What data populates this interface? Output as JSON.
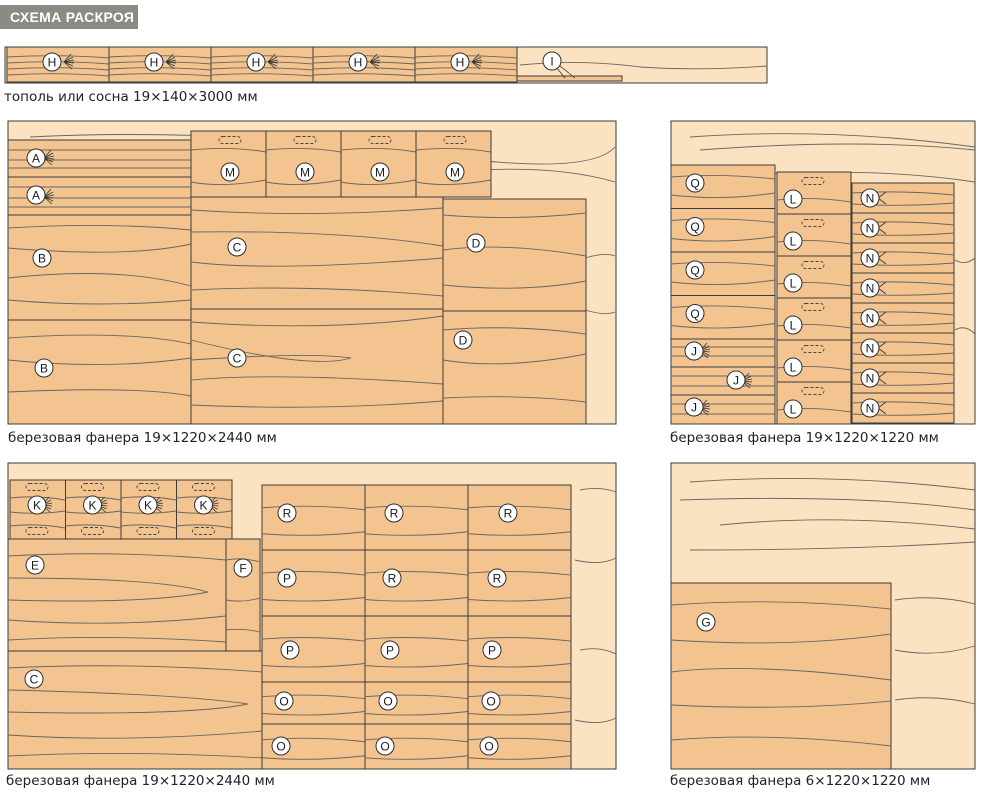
{
  "title": "СХЕМА РАСКРОЯ",
  "captions": {
    "board": "тополь или сосна 19×140×3000 мм",
    "sheet1": "березовая фанера 19×1220×2440 мм",
    "sheet2": "березовая фанера 19×1220×1220 мм",
    "sheet3": "березовая фанера 19×1220×2440 мм",
    "sheet4": "березовая фанера 6×1220×1220 мм"
  },
  "part_labels": {
    "board": [
      "H",
      "H",
      "H",
      "H",
      "H",
      "I"
    ],
    "sheet1": [
      "A",
      "A",
      "B",
      "B",
      "C",
      "C",
      "D",
      "D",
      "M",
      "M",
      "M",
      "M"
    ],
    "sheet2": [
      "Q",
      "Q",
      "Q",
      "Q",
      "J",
      "J",
      "J",
      "L",
      "L",
      "L",
      "L",
      "L",
      "L",
      "N",
      "N",
      "N",
      "N",
      "N",
      "N",
      "N",
      "N"
    ],
    "sheet3": [
      "K",
      "K",
      "K",
      "K",
      "E",
      "F",
      "C",
      "R",
      "R",
      "R",
      "P",
      "R",
      "R",
      "P",
      "P",
      "P",
      "O",
      "O",
      "O",
      "O",
      "O",
      "O"
    ],
    "sheet4": [
      "G"
    ]
  },
  "colors": {
    "part": "#f3c48f",
    "sheet": "#fbe3c1",
    "title_bg": "#8c8b83"
  }
}
